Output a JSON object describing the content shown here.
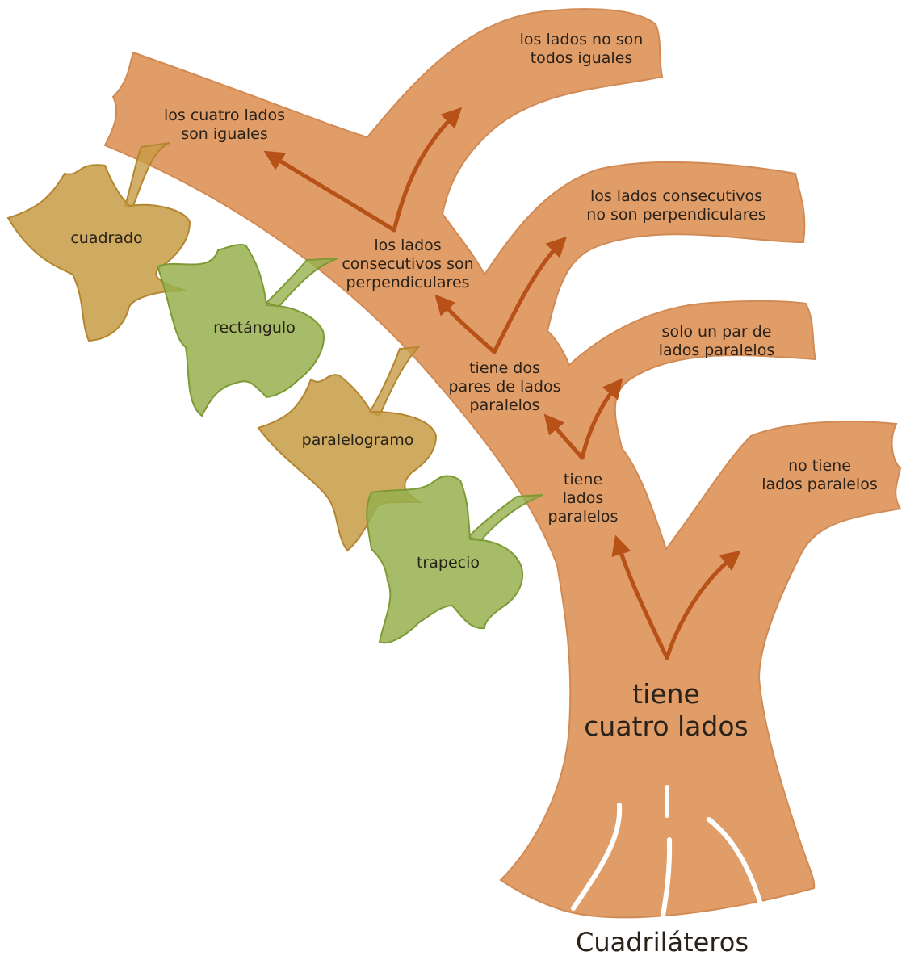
{
  "title": "Cuadriláteros",
  "trunk_label": "tiene\ncuatro lados",
  "nodes": {
    "no_paralelos": "no tiene\nlados paralelos",
    "paralelos": "tiene\nlados\nparalelos",
    "un_par": "solo un par de\nlados paralelos",
    "dos_pares": "tiene dos\npares de lados\nparalelos",
    "no_perpendiculares": "los lados consecutivos\nno son perpendiculares",
    "perpendiculares": "los lados\nconsecutivos son\nperpendiculares",
    "no_iguales": "los lados no son\ntodos iguales",
    "iguales": "los cuatro lados\nson iguales"
  },
  "leaves": {
    "cuadrado": "cuadrado",
    "rectangulo": "rectángulo",
    "paralelogramo": "paralelogramo",
    "trapecio": "trapecio"
  },
  "colors": {
    "tree": "#e09d68",
    "tree_outline": "#c97f4c",
    "arrow": "#b85118",
    "leaf_olive": "#c79b45",
    "leaf_green": "#97b04e"
  }
}
